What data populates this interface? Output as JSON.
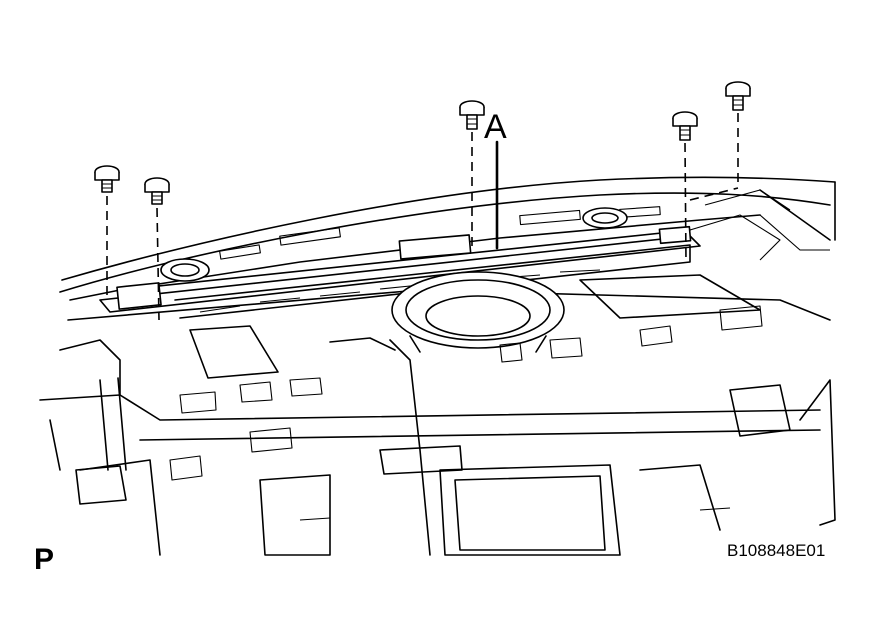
{
  "diagram": {
    "callout_label": "A",
    "view_letter": "P",
    "figure_code": "B108848E01",
    "bolts": [
      "bolt",
      "bolt",
      "bolt",
      "bolt",
      "bolt"
    ],
    "line_color": "#000000",
    "background_color": "#ffffff"
  }
}
